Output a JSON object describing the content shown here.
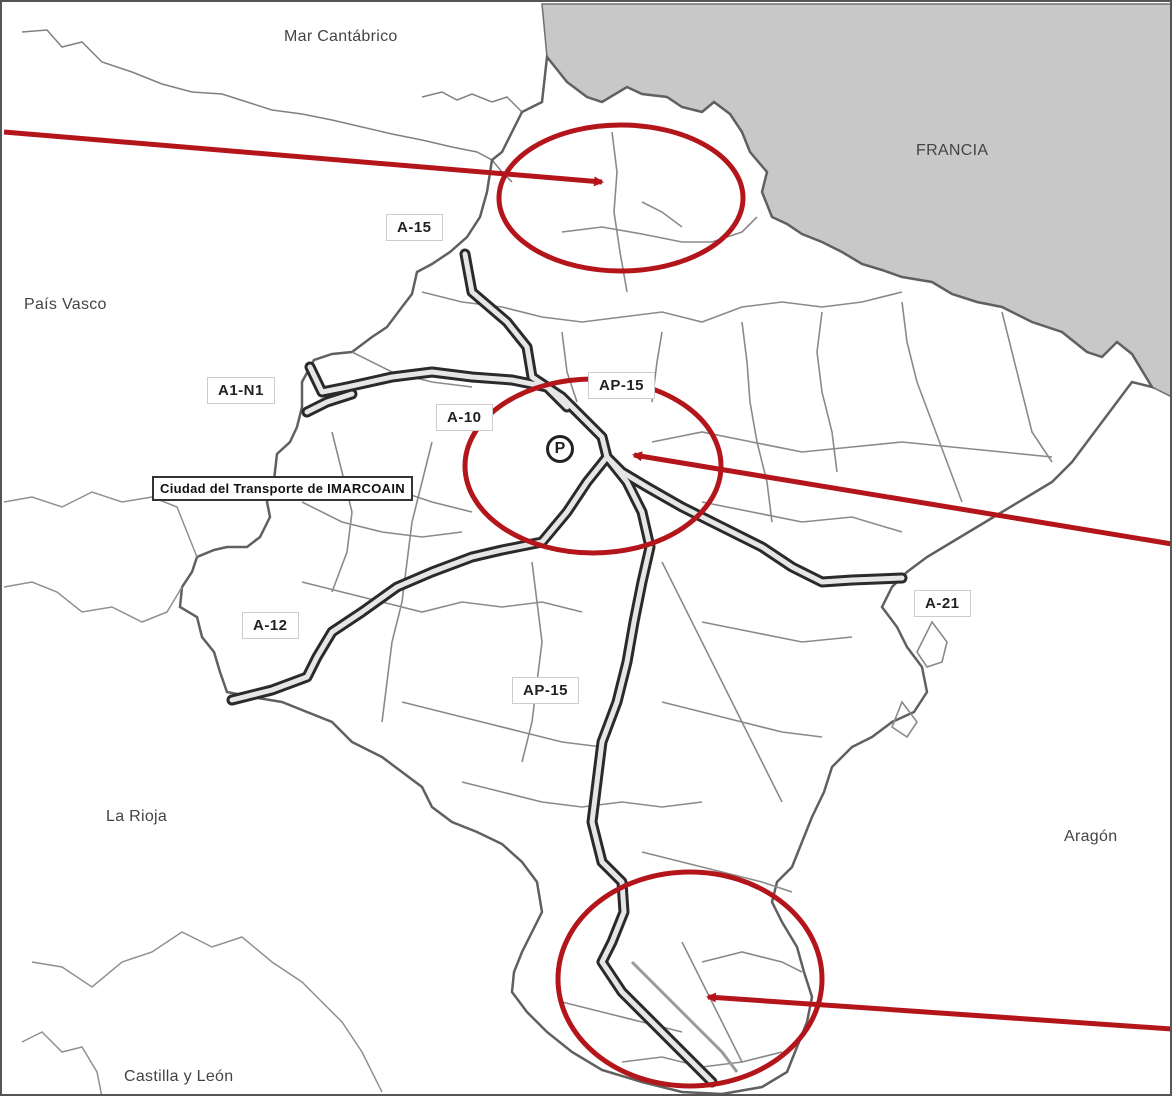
{
  "map": {
    "regions": {
      "sea": "Mar Cantábrico",
      "france": "FRANCIA",
      "basque": "País Vasco",
      "rioja": "La Rioja",
      "aragon": "Aragón",
      "castilla": "Castilla y León"
    },
    "roads": {
      "a15_north": "A-15",
      "a1n1": "A1-N1",
      "ap15_north": "AP-15",
      "a10": "A-10",
      "a12": "A-12",
      "a21": "A-21",
      "ap15_south": "AP-15"
    },
    "facility": {
      "label": "Ciudad del Transporte de IMARCOAIN",
      "marker": "P"
    },
    "colors": {
      "annotation": "#b3151b",
      "france_fill": "#c8c8c8",
      "border_line": "#808080",
      "highway_casing": "#2a2a2a",
      "highway_fill": "#e6e6e6"
    },
    "annotations": [
      {
        "name": "north-highlight",
        "shape": "ellipse-with-arrow"
      },
      {
        "name": "center-highlight",
        "shape": "ellipse-with-arrow"
      },
      {
        "name": "south-highlight",
        "shape": "ellipse-with-arrow"
      }
    ]
  }
}
